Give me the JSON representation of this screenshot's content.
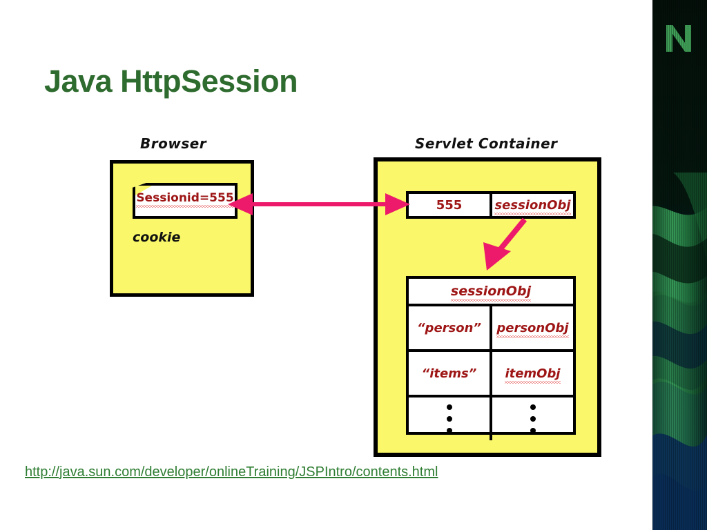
{
  "slide": {
    "title": "Java HttpSession",
    "source_url": "http://java.sun.com/developer/onlineTraining/JSPIntro/contents.html"
  },
  "diagram": {
    "browser": {
      "caption": "Browser",
      "cookie_value": "Sessionid=555",
      "cookie_label": "cookie"
    },
    "servlet_container": {
      "caption": "Servlet Container",
      "session_map": {
        "id": "555",
        "object_ref": "sessionObj"
      },
      "session_object": {
        "header": "sessionObj",
        "rows": [
          {
            "key": "“person”",
            "value": "personObj"
          },
          {
            "key": "“items”",
            "value": "itemObj"
          },
          {
            "key": "⋮",
            "value": "⋮"
          }
        ]
      }
    },
    "arrows": {
      "browser_to_container": "bidirectional-arrow",
      "ref_to_object": "reference-arrow"
    },
    "colors": {
      "box_fill": "#faf86a",
      "box_border": "#000000",
      "text_red": "#9e1515",
      "arrow_pink": "#ed1a6b",
      "title_green": "#2e6b2e",
      "link_green": "#2e7d32"
    }
  },
  "side_panel": {
    "logo": "letter-n-logo",
    "colors": {
      "top": "#04120b",
      "green": "#2e8b45",
      "bottom": "#0a2b52"
    }
  }
}
